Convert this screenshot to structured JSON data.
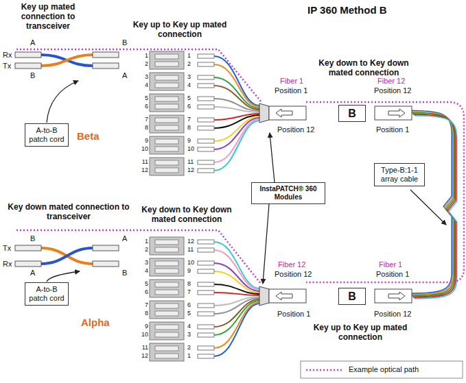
{
  "diagram": {
    "title": "IP 360 Method B",
    "nodes": [
      {
        "text": [
          "B"
        ]
      },
      {
        "text": [
          "A-to-B patch cord"
        ]
      },
      {
        "text": [
          "Type-B:1-1 array cable"
        ]
      },
      {
        "text": [
          "InstaPATCH® 360 Modules"
        ]
      },
      {
        "text": [
          "A-to-B patch cord"
        ]
      },
      {
        "text": [
          "B"
        ]
      }
    ],
    "labels": [
      "Key up mated connection to transceiver",
      "Key up to Key up mated connection",
      "Key down to Key down mated connection",
      "Fiber 1",
      "Position 1",
      "Fiber 12",
      "Position 12",
      "Position 12",
      "Position 1",
      "Rx",
      "Tx",
      "A",
      "B",
      "B",
      "A",
      "Beta",
      "Key down mated connection to transceiver",
      "Key down to Key down mated connection",
      "Tx",
      "Rx",
      "B",
      "A",
      "A",
      "B",
      "Alpha",
      "Fiber 12",
      "Position 12",
      "Fiber 1",
      "Position 1",
      "Position 1",
      "Position 12",
      "Key up to Key up mated connection",
      "1",
      "2",
      "3",
      "4",
      "5",
      "6",
      "7",
      "8",
      "9",
      "10",
      "11",
      "12",
      "1",
      "2",
      "3",
      "4",
      "5",
      "6",
      "7",
      "8",
      "9",
      "10",
      "11",
      "12",
      "1",
      "2",
      "3",
      "4",
      "5",
      "6",
      "7",
      "8",
      "9",
      "10",
      "11",
      "12",
      "12",
      "11",
      "10",
      "9",
      "8",
      "7",
      "6",
      "5",
      "4",
      "3",
      "2",
      "1"
    ],
    "legend": [
      {
        "text": "Example optical path"
      }
    ]
  }
}
